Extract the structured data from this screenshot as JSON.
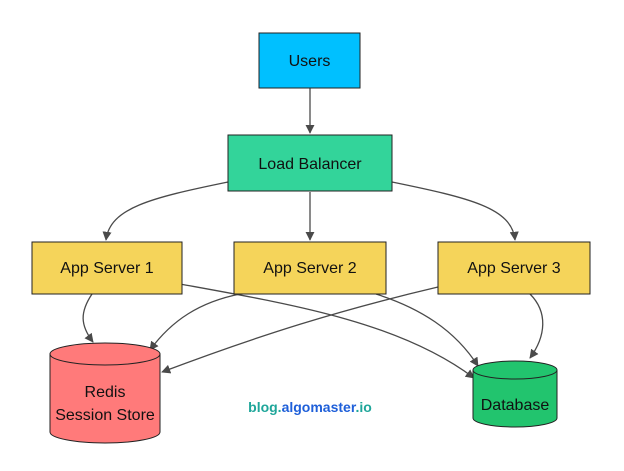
{
  "nodes": {
    "users": {
      "label": "Users",
      "color": "#00C0FF"
    },
    "load_balancer": {
      "label": "Load Balancer",
      "color": "#33D49A"
    },
    "app_server_1": {
      "label": "App Server 1",
      "color": "#F5D45A"
    },
    "app_server_2": {
      "label": "App Server 2",
      "color": "#F5D45A"
    },
    "app_server_3": {
      "label": "App Server 3",
      "color": "#F5D45A"
    },
    "redis": {
      "label_line1": "Redis",
      "label_line2": "Session Store",
      "color": "#FF7A7A"
    },
    "database": {
      "label": "Database",
      "color": "#22C46E"
    }
  },
  "edges": [
    {
      "from": "Users",
      "to": "Load Balancer"
    },
    {
      "from": "Load Balancer",
      "to": "App Server 1"
    },
    {
      "from": "Load Balancer",
      "to": "App Server 2"
    },
    {
      "from": "Load Balancer",
      "to": "App Server 3"
    },
    {
      "from": "App Server 1",
      "to": "Redis Session Store"
    },
    {
      "from": "App Server 1",
      "to": "Database"
    },
    {
      "from": "App Server 2",
      "to": "Redis Session Store"
    },
    {
      "from": "App Server 2",
      "to": "Database"
    },
    {
      "from": "App Server 3",
      "to": "Redis Session Store"
    },
    {
      "from": "App Server 3",
      "to": "Database"
    }
  ],
  "watermark": {
    "part1": "blog.",
    "part2": "algomaster",
    "part3": ".io",
    "color_teal": "#1FA69A",
    "color_blue": "#1E5FD9"
  }
}
